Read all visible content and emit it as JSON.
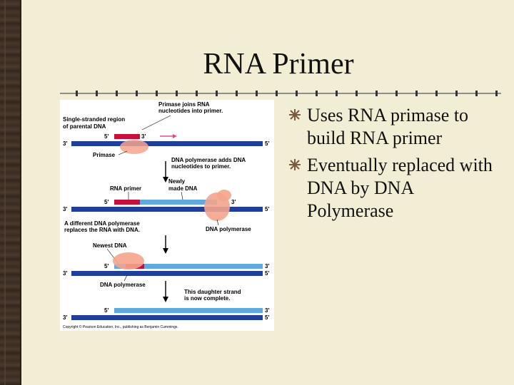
{
  "slide": {
    "title": "RNA Primer",
    "bullets": [
      "Uses RNA primase to build RNA primer",
      "Eventually replaced with DNA by DNA Polymerase"
    ]
  },
  "figure": {
    "top_caption_1": "Primase joins RNA",
    "top_caption_2": "nucleotides into primer.",
    "single_strand_1": "Single-stranded region",
    "single_strand_2": "of parental DNA",
    "primase": "Primase",
    "pol_adds_1": "DNA polymerase adds DNA",
    "pol_adds_2": "nucleotides to primer.",
    "rna_primer": "RNA primer",
    "newly_1": "Newly",
    "newly_2": "made DNA",
    "different_1": "A different DNA polymerase",
    "different_2": "replaces the RNA with DNA.",
    "dna_polymerase_1": "DNA polymerase",
    "newest_dna": "Newest DNA",
    "dna_polymerase_2": "DNA polymerase",
    "complete_1": "This daughter strand",
    "complete_2": "is now complete.",
    "end_5": "5'",
    "end_3": "3'",
    "copyright": "Copyright © Pearson Education, Inc., publishing as Benjamin Cummings."
  },
  "colors": {
    "background": "#f2edd5",
    "rna": "#c8103d",
    "parental_dna": "#1f3f9a",
    "new_dna": "#5fa9de",
    "enzyme": "#f4a48c",
    "arrow": "#e04c8c"
  }
}
